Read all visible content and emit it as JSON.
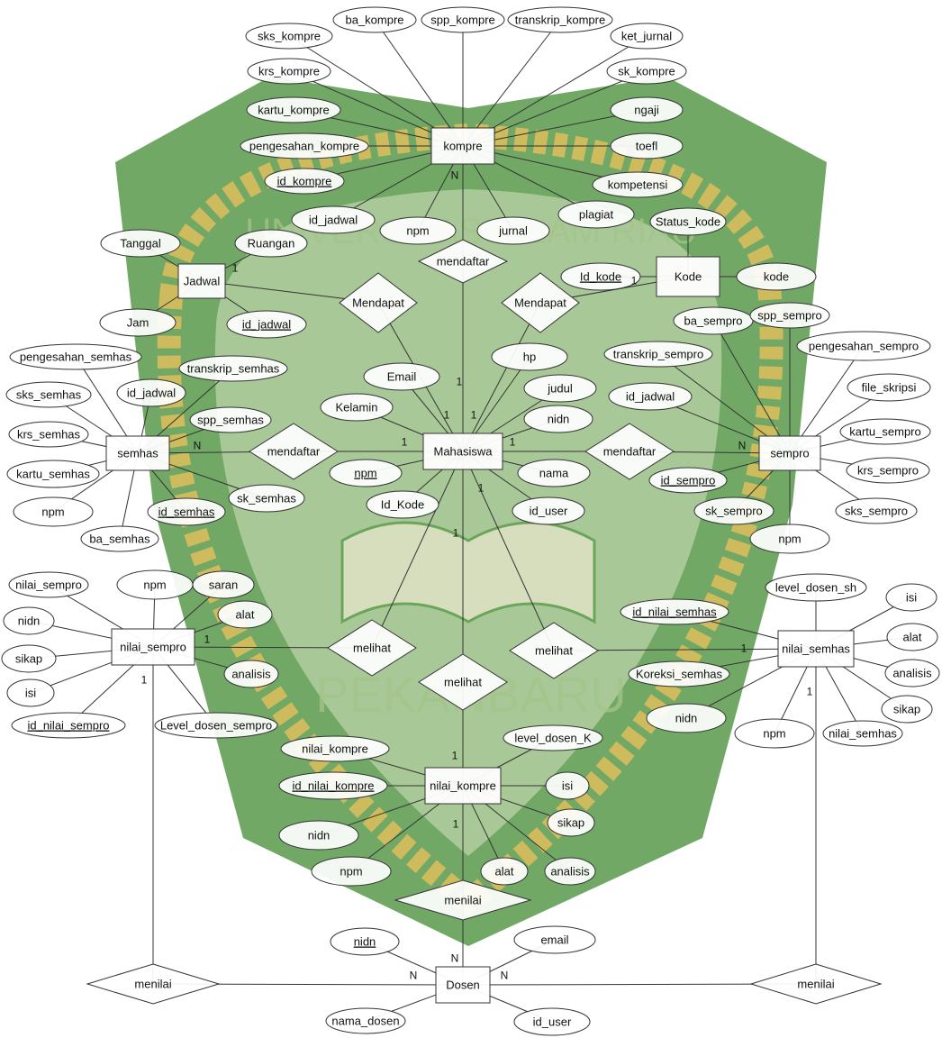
{
  "diagram": {
    "watermark": {
      "top_text": "UNIVERSITAS ISLAM RIAU",
      "bottom_text": "PEKANBARU",
      "colors": {
        "green": "#3f8a2e",
        "gold": "#d9b64a",
        "light": "#cfe0b8"
      }
    },
    "entities": [
      {
        "id": "kompre",
        "label": "kompre"
      },
      {
        "id": "jadwal",
        "label": "Jadwal"
      },
      {
        "id": "kode",
        "label": "Kode"
      },
      {
        "id": "mahasiswa",
        "label": "Mahasiswa"
      },
      {
        "id": "semhas",
        "label": "semhas"
      },
      {
        "id": "sempro",
        "label": "sempro"
      },
      {
        "id": "nilai_sempro",
        "label": "nilai_sempro"
      },
      {
        "id": "nilai_semhas",
        "label": "nilai_semhas"
      },
      {
        "id": "nilai_kompre",
        "label": "nilai_kompre"
      },
      {
        "id": "dosen",
        "label": "Dosen"
      }
    ],
    "relationships": [
      {
        "id": "mendaftar_kompre",
        "label": "mendaftar"
      },
      {
        "id": "mendapat_jadwal",
        "label": "Mendapat"
      },
      {
        "id": "mendapat_kode",
        "label": "Mendapat"
      },
      {
        "id": "mendaftar_semhas",
        "label": "mendaftar"
      },
      {
        "id": "mendaftar_sempro",
        "label": "mendaftar"
      },
      {
        "id": "melihat_sempro",
        "label": "melihat"
      },
      {
        "id": "melihat_kompre",
        "label": "melihat"
      },
      {
        "id": "melihat_semhas",
        "label": "melihat"
      },
      {
        "id": "menilai_kompre",
        "label": "menilai"
      },
      {
        "id": "menilai_sempro",
        "label": "menilai"
      },
      {
        "id": "menilai_semhas",
        "label": "menilai"
      }
    ],
    "attributes": [
      {
        "id": "a_sks_kompre",
        "label": "sks_kompre",
        "key": false
      },
      {
        "id": "a_ba_kompre",
        "label": "ba_kompre",
        "key": false
      },
      {
        "id": "a_spp_kompre",
        "label": "spp_kompre",
        "key": false
      },
      {
        "id": "a_transkrip_kompre",
        "label": "transkrip_kompre",
        "key": false
      },
      {
        "id": "a_ket_jurnal",
        "label": "ket_jurnal",
        "key": false
      },
      {
        "id": "a_krs_kompre",
        "label": "krs_kompre",
        "key": false
      },
      {
        "id": "a_sk_kompre",
        "label": "sk_kompre",
        "key": false
      },
      {
        "id": "a_kartu_kompre",
        "label": "kartu_kompre",
        "key": false
      },
      {
        "id": "a_ngaji",
        "label": "ngaji",
        "key": false
      },
      {
        "id": "a_pengesahan_kompre",
        "label": "pengesahan_kompre",
        "key": false
      },
      {
        "id": "a_toefl",
        "label": "toefl",
        "key": false
      },
      {
        "id": "a_id_kompre",
        "label": "id_kompre",
        "key": true
      },
      {
        "id": "a_kompetensi",
        "label": "kompetensi",
        "key": false
      },
      {
        "id": "a_id_jadwal_k",
        "label": "id_jadwal",
        "key": false
      },
      {
        "id": "a_npm_k",
        "label": "npm",
        "key": false
      },
      {
        "id": "a_jurnal",
        "label": "jurnal",
        "key": false
      },
      {
        "id": "a_plagiat",
        "label": "plagiat",
        "key": false
      },
      {
        "id": "a_tanggal",
        "label": "Tanggal",
        "key": false
      },
      {
        "id": "a_ruangan",
        "label": "Ruangan",
        "key": false
      },
      {
        "id": "a_jam",
        "label": "Jam",
        "key": false
      },
      {
        "id": "a_id_jadwal_j",
        "label": "id_jadwal",
        "key": true
      },
      {
        "id": "a_status_kode",
        "label": "Status_kode",
        "key": false
      },
      {
        "id": "a_id_kode_k",
        "label": "Id_kode",
        "key": true
      },
      {
        "id": "a_kode",
        "label": "kode",
        "key": false
      },
      {
        "id": "a_email_m",
        "label": "Email",
        "key": false
      },
      {
        "id": "a_hp",
        "label": "hp",
        "key": false
      },
      {
        "id": "a_judul",
        "label": "judul",
        "key": false
      },
      {
        "id": "a_kelamin",
        "label": "Kelamin",
        "key": false
      },
      {
        "id": "a_nidn_m",
        "label": "nidn",
        "key": false
      },
      {
        "id": "a_npm_m",
        "label": "npm",
        "key": true
      },
      {
        "id": "a_nama",
        "label": "nama",
        "key": false
      },
      {
        "id": "a_id_kode_m",
        "label": "Id_Kode",
        "key": false
      },
      {
        "id": "a_id_user_m",
        "label": "id_user",
        "key": false
      },
      {
        "id": "a_pengesahan_semhas",
        "label": "pengesahan_semhas",
        "key": false
      },
      {
        "id": "a_transkrip_semhas",
        "label": "transkrip_semhas",
        "key": false
      },
      {
        "id": "a_sks_semhas",
        "label": "sks_semhas",
        "key": false
      },
      {
        "id": "a_id_jadwal_sh",
        "label": "id_jadwal",
        "key": false
      },
      {
        "id": "a_spp_semhas",
        "label": "spp_semhas",
        "key": false
      },
      {
        "id": "a_krs_semhas",
        "label": "krs_semhas",
        "key": false
      },
      {
        "id": "a_kartu_semhas",
        "label": "kartu_semhas",
        "key": false
      },
      {
        "id": "a_npm_sh",
        "label": "npm",
        "key": false
      },
      {
        "id": "a_sk_semhas",
        "label": "sk_semhas",
        "key": false
      },
      {
        "id": "a_id_semhas",
        "label": "id_semhas",
        "key": true
      },
      {
        "id": "a_ba_semhas",
        "label": "ba_semhas",
        "key": false
      },
      {
        "id": "a_ba_sempro",
        "label": "ba_sempro",
        "key": false
      },
      {
        "id": "a_spp_sempro",
        "label": "spp_sempro",
        "key": false
      },
      {
        "id": "a_pengesahan_sempro",
        "label": "pengesahan_sempro",
        "key": false
      },
      {
        "id": "a_transkrip_sempro",
        "label": "transkrip_sempro",
        "key": false
      },
      {
        "id": "a_file_skripsi",
        "label": "file_skripsi",
        "key": false
      },
      {
        "id": "a_id_jadwal_sp",
        "label": "id_jadwal",
        "key": false
      },
      {
        "id": "a_kartu_sempro",
        "label": "kartu_sempro",
        "key": false
      },
      {
        "id": "a_id_sempro",
        "label": "id_sempro",
        "key": true
      },
      {
        "id": "a_krs_sempro",
        "label": "krs_sempro",
        "key": false
      },
      {
        "id": "a_sk_sempro",
        "label": "sk_sempro",
        "key": false
      },
      {
        "id": "a_sks_sempro",
        "label": "sks_sempro",
        "key": false
      },
      {
        "id": "a_npm_sp",
        "label": "npm",
        "key": false
      },
      {
        "id": "a_nilai_sempro_ns",
        "label": "nilai_sempro",
        "key": false
      },
      {
        "id": "a_npm_ns",
        "label": "npm",
        "key": false
      },
      {
        "id": "a_saran",
        "label": "saran",
        "key": false
      },
      {
        "id": "a_nidn_ns",
        "label": "nidn",
        "key": false
      },
      {
        "id": "a_alat_ns",
        "label": "alat",
        "key": false
      },
      {
        "id": "a_sikap_ns",
        "label": "sikap",
        "key": false
      },
      {
        "id": "a_analisis_ns",
        "label": "analisis",
        "key": false
      },
      {
        "id": "a_isi_ns",
        "label": "isi",
        "key": false
      },
      {
        "id": "a_id_nilai_sempro",
        "label": "id_nilai_sempro",
        "key": true
      },
      {
        "id": "a_level_dosen_sempro",
        "label": "Level_dosen_sempro",
        "key": false
      },
      {
        "id": "a_level_dosen_sh",
        "label": "level_dosen_sh",
        "key": false
      },
      {
        "id": "a_isi_nsh",
        "label": "isi",
        "key": false
      },
      {
        "id": "a_id_nilai_semhas",
        "label": "id_nilai_semhas",
        "key": true
      },
      {
        "id": "a_alat_nsh",
        "label": "alat",
        "key": false
      },
      {
        "id": "a_koreksi_semhas",
        "label": "Koreksi_semhas",
        "key": false
      },
      {
        "id": "a_analisis_nsh",
        "label": "analisis",
        "key": false
      },
      {
        "id": "a_nidn_nsh",
        "label": "nidn",
        "key": false
      },
      {
        "id": "a_sikap_nsh",
        "label": "sikap",
        "key": false
      },
      {
        "id": "a_npm_nsh",
        "label": "npm",
        "key": false
      },
      {
        "id": "a_nilai_semhas_nsh",
        "label": "nilai_semhas",
        "key": false
      },
      {
        "id": "a_nilai_kompre_nk",
        "label": "nilai_kompre",
        "key": false
      },
      {
        "id": "a_level_dosen_k",
        "label": "level_dosen_K",
        "key": false
      },
      {
        "id": "a_id_nilai_kompre",
        "label": "id_nilai_kompre",
        "key": true
      },
      {
        "id": "a_isi_nk",
        "label": "isi",
        "key": false
      },
      {
        "id": "a_nidn_nk",
        "label": "nidn",
        "key": false
      },
      {
        "id": "a_sikap_nk",
        "label": "sikap",
        "key": false
      },
      {
        "id": "a_npm_nk",
        "label": "npm",
        "key": false
      },
      {
        "id": "a_alat_nk",
        "label": "alat",
        "key": false
      },
      {
        "id": "a_analisis_nk",
        "label": "analisis",
        "key": false
      },
      {
        "id": "a_nidn_d",
        "label": "nidn",
        "key": true
      },
      {
        "id": "a_email_d",
        "label": "email",
        "key": false
      },
      {
        "id": "a_nama_dosen",
        "label": "nama_dosen",
        "key": false
      },
      {
        "id": "a_id_user_d",
        "label": "id_user",
        "key": false
      }
    ],
    "cardinalities": [
      {
        "id": "c1",
        "label": "N"
      },
      {
        "id": "c2",
        "label": "1"
      },
      {
        "id": "c3",
        "label": "1"
      },
      {
        "id": "c4",
        "label": "1"
      },
      {
        "id": "c5",
        "label": "1"
      },
      {
        "id": "c6",
        "label": "1"
      },
      {
        "id": "c7",
        "label": "N"
      },
      {
        "id": "c8",
        "label": "1"
      },
      {
        "id": "c9",
        "label": "1"
      },
      {
        "id": "c10",
        "label": "N"
      },
      {
        "id": "c11",
        "label": "1"
      },
      {
        "id": "c12",
        "label": "1"
      },
      {
        "id": "c13",
        "label": "1"
      },
      {
        "id": "c14",
        "label": "1"
      },
      {
        "id": "c15",
        "label": "1"
      },
      {
        "id": "c16",
        "label": "1"
      },
      {
        "id": "c17",
        "label": "1"
      },
      {
        "id": "c18",
        "label": "1"
      },
      {
        "id": "c19",
        "label": "N"
      },
      {
        "id": "c20",
        "label": "N"
      },
      {
        "id": "c21",
        "label": "N"
      }
    ]
  }
}
